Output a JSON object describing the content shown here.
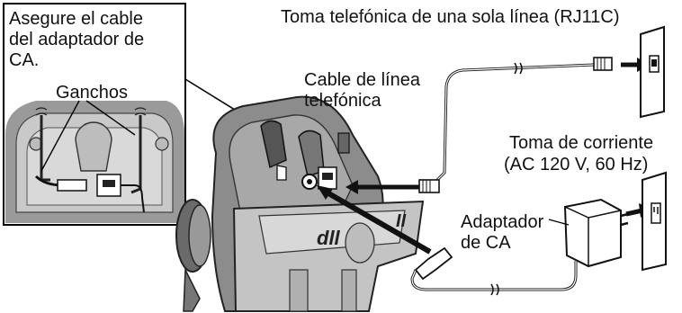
{
  "labels": {
    "inset_note_line1": "Asegure el cable",
    "inset_note_line2": "del adaptador de",
    "inset_note_line3": "CA.",
    "hooks": "Ganchos",
    "jack_single_line": "Toma telefónica de una sola línea (RJ11C)",
    "phone_cable_line1": "Cable de línea",
    "phone_cable_line2": "telefónica",
    "outlet_line1": "Toma de corriente",
    "outlet_line2": "(AC 120 V, 60 Hz)",
    "adapter_line1": "Adaptador",
    "adapter_line2": "de CA"
  }
}
